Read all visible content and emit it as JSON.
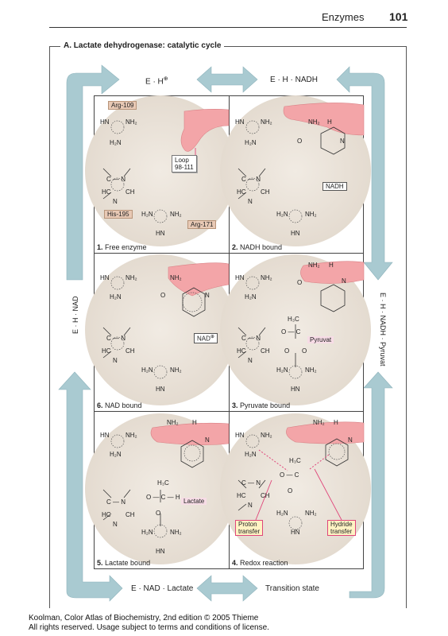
{
  "header": {
    "title": "Enzymes",
    "page": "101"
  },
  "section": {
    "title": "A. Lactate dehydrogenase: catalytic cycle"
  },
  "states": {
    "top_left": "E · H",
    "top_right": "E · H · NADH",
    "left_side": "E · H · NAD",
    "right_side": "E · H · NADH · Pyruvat",
    "bottom_left": "E · NAD · Lactate",
    "bottom_right": "Transition state"
  },
  "panels": {
    "p1": {
      "num": "1.",
      "title": "Free enzyme"
    },
    "p2": {
      "num": "2.",
      "title": "NADH bound"
    },
    "p3": {
      "num": "3.",
      "title": "Pyruvate bound"
    },
    "p4": {
      "num": "4.",
      "title": "Redox reaction"
    },
    "p5": {
      "num": "5.",
      "title": "Lactate bound"
    },
    "p6": {
      "num": "6.",
      "title": "NAD bound"
    }
  },
  "labels": {
    "arg109": "Arg-109",
    "his195": "His-195",
    "arg171": "Arg-171",
    "loop1": "Loop",
    "loop2": "98-111",
    "nadh": "NADH",
    "nad": "NAD",
    "pyruvat": "Pyruvat",
    "lactate": "Lactate",
    "proton1": "Proton",
    "proton2": "transfer",
    "hydride1": "Hydride",
    "hydride2": "transfer"
  },
  "footer": {
    "line1": "Koolman, Color Atlas of Biochemistry, 2nd edition © 2005 Thieme",
    "line2": "All rights reserved. Usage subject to terms and conditions of license."
  },
  "colors": {
    "arrow": "#a9cad1",
    "loop": "#f3a5a8",
    "pocket": "#ece5dc",
    "tag": "#e8c9b5",
    "pink_tag": "#f7dce6",
    "callout": "#fff3c4",
    "callout_line": "#e0467a"
  }
}
